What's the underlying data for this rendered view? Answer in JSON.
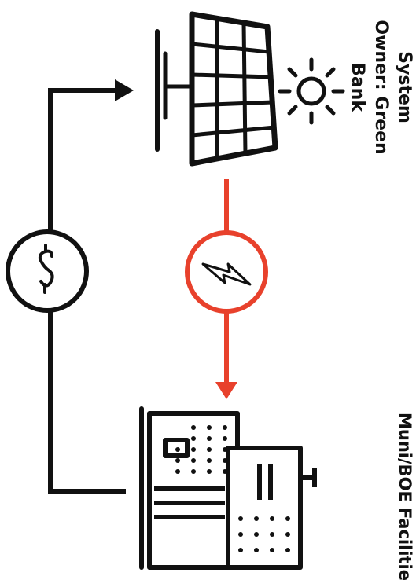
{
  "system_owner": {
    "line1": "System",
    "line2": "Owner: Green",
    "line3": "Bank"
  },
  "facilities": {
    "label": "Muni/BOE Facilities"
  },
  "icons": {
    "solar_panel": "solar-panel-icon",
    "sun": "sun-icon",
    "lightning": "lightning-bolt-icon",
    "dollar": "dollar-icon",
    "buildings": "buildings-icon"
  },
  "colors": {
    "line": "#111111",
    "energy": "#e8412c",
    "background": "#ffffff"
  }
}
